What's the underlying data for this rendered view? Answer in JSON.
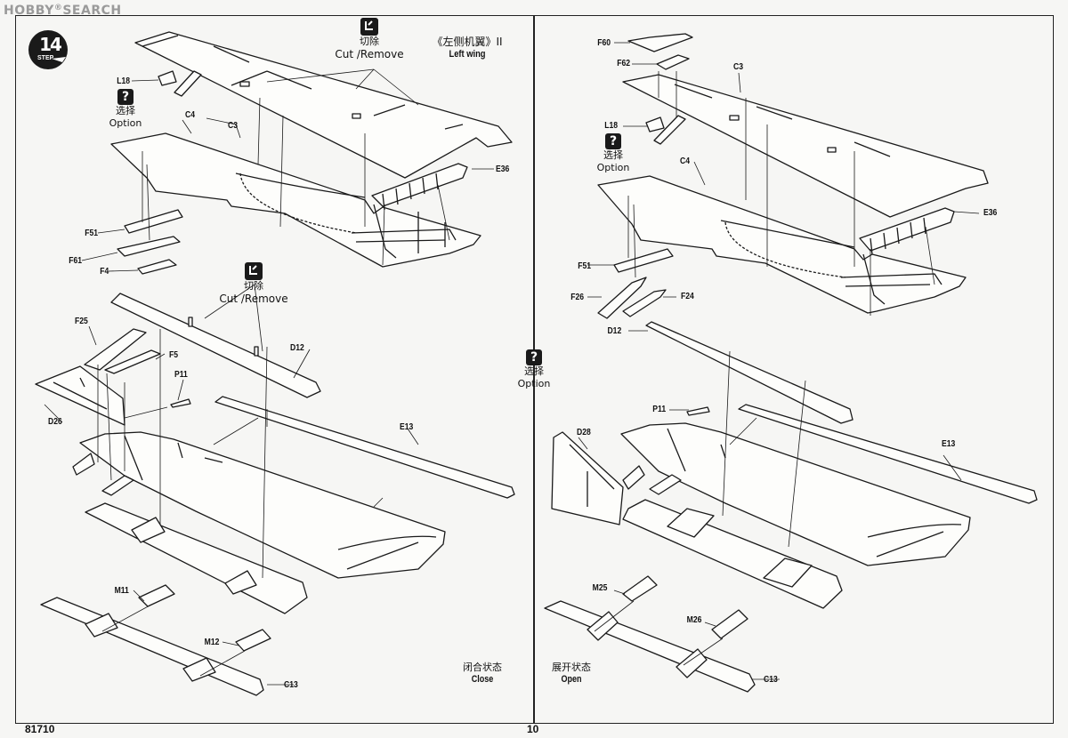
{
  "watermark": {
    "brand": "HOBBY",
    "reg": "®",
    "suffix": "SEARCH"
  },
  "step": {
    "number": "14",
    "word": "STEP"
  },
  "left_panel": {
    "title_cn": "《左侧机翼》II",
    "title_en": "Left wing",
    "cut_top": {
      "cn": "切除",
      "en": "Cut /Remove"
    },
    "cut_mid": {
      "cn": "切除",
      "en": "Cut /Remove"
    },
    "option": {
      "icon": "?",
      "cn": "选择",
      "en": "Option"
    },
    "labels": {
      "L18": "L18",
      "C3": "C3",
      "C4": "C4",
      "E36": "E36",
      "F51": "F51",
      "F61": "F61",
      "F4": "F4",
      "F25": "F25",
      "F5": "F5",
      "P11": "P11",
      "D12": "D12",
      "D26": "D26",
      "E13": "E13",
      "M11": "M11",
      "M12": "M12",
      "C13": "C13"
    },
    "state": {
      "cn": "闭合状态",
      "en": "Close"
    }
  },
  "right_panel": {
    "option_top": {
      "icon": "?",
      "cn": "选择",
      "en": "Option"
    },
    "labels": {
      "F60": "F60",
      "F62": "F62",
      "C3": "C3",
      "L18": "L18",
      "C4": "C4",
      "E36": "E36",
      "F51": "F51",
      "F26": "F26",
      "F24": "F24",
      "D12": "D12",
      "P11": "P11",
      "D28": "D28",
      "E13": "E13",
      "M25": "M25",
      "M26": "M26",
      "C13": "C13"
    },
    "state": {
      "cn": "展开状态",
      "en": "Open"
    }
  },
  "center_option": {
    "icon": "?",
    "cn": "选择",
    "en": "Option"
  },
  "footer": {
    "product_code": "81710",
    "page_number": "10"
  },
  "icons": {
    "cut": "scissors-icon",
    "option": "question-icon"
  }
}
